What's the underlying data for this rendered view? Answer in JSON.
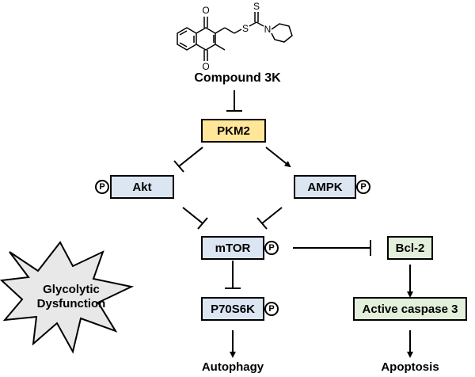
{
  "compound": {
    "name": "Compound 3K",
    "atoms": {
      "o_top": "O",
      "o_bottom": "O",
      "s_thione": "S",
      "s_thioether": "S",
      "n_ring": "N"
    }
  },
  "nodes": {
    "pkm2": "PKM2",
    "akt": "Akt",
    "ampk": "AMPK",
    "mtor": "mTOR",
    "p70s6k": "P70S6K",
    "bcl2": "Bcl-2",
    "caspase3": "Active caspase 3"
  },
  "phospho_badge": "P",
  "outcomes": {
    "autophagy": "Autophagy",
    "apoptosis": "Apoptosis"
  },
  "burst": {
    "line1": "Glycolytic",
    "line2": "Dysfunction"
  },
  "colors": {
    "yellow_box": "#ffe699",
    "blue_box": "#dce6f2",
    "green_box": "#e2efda",
    "burst_fill": "#e8e8e8"
  }
}
